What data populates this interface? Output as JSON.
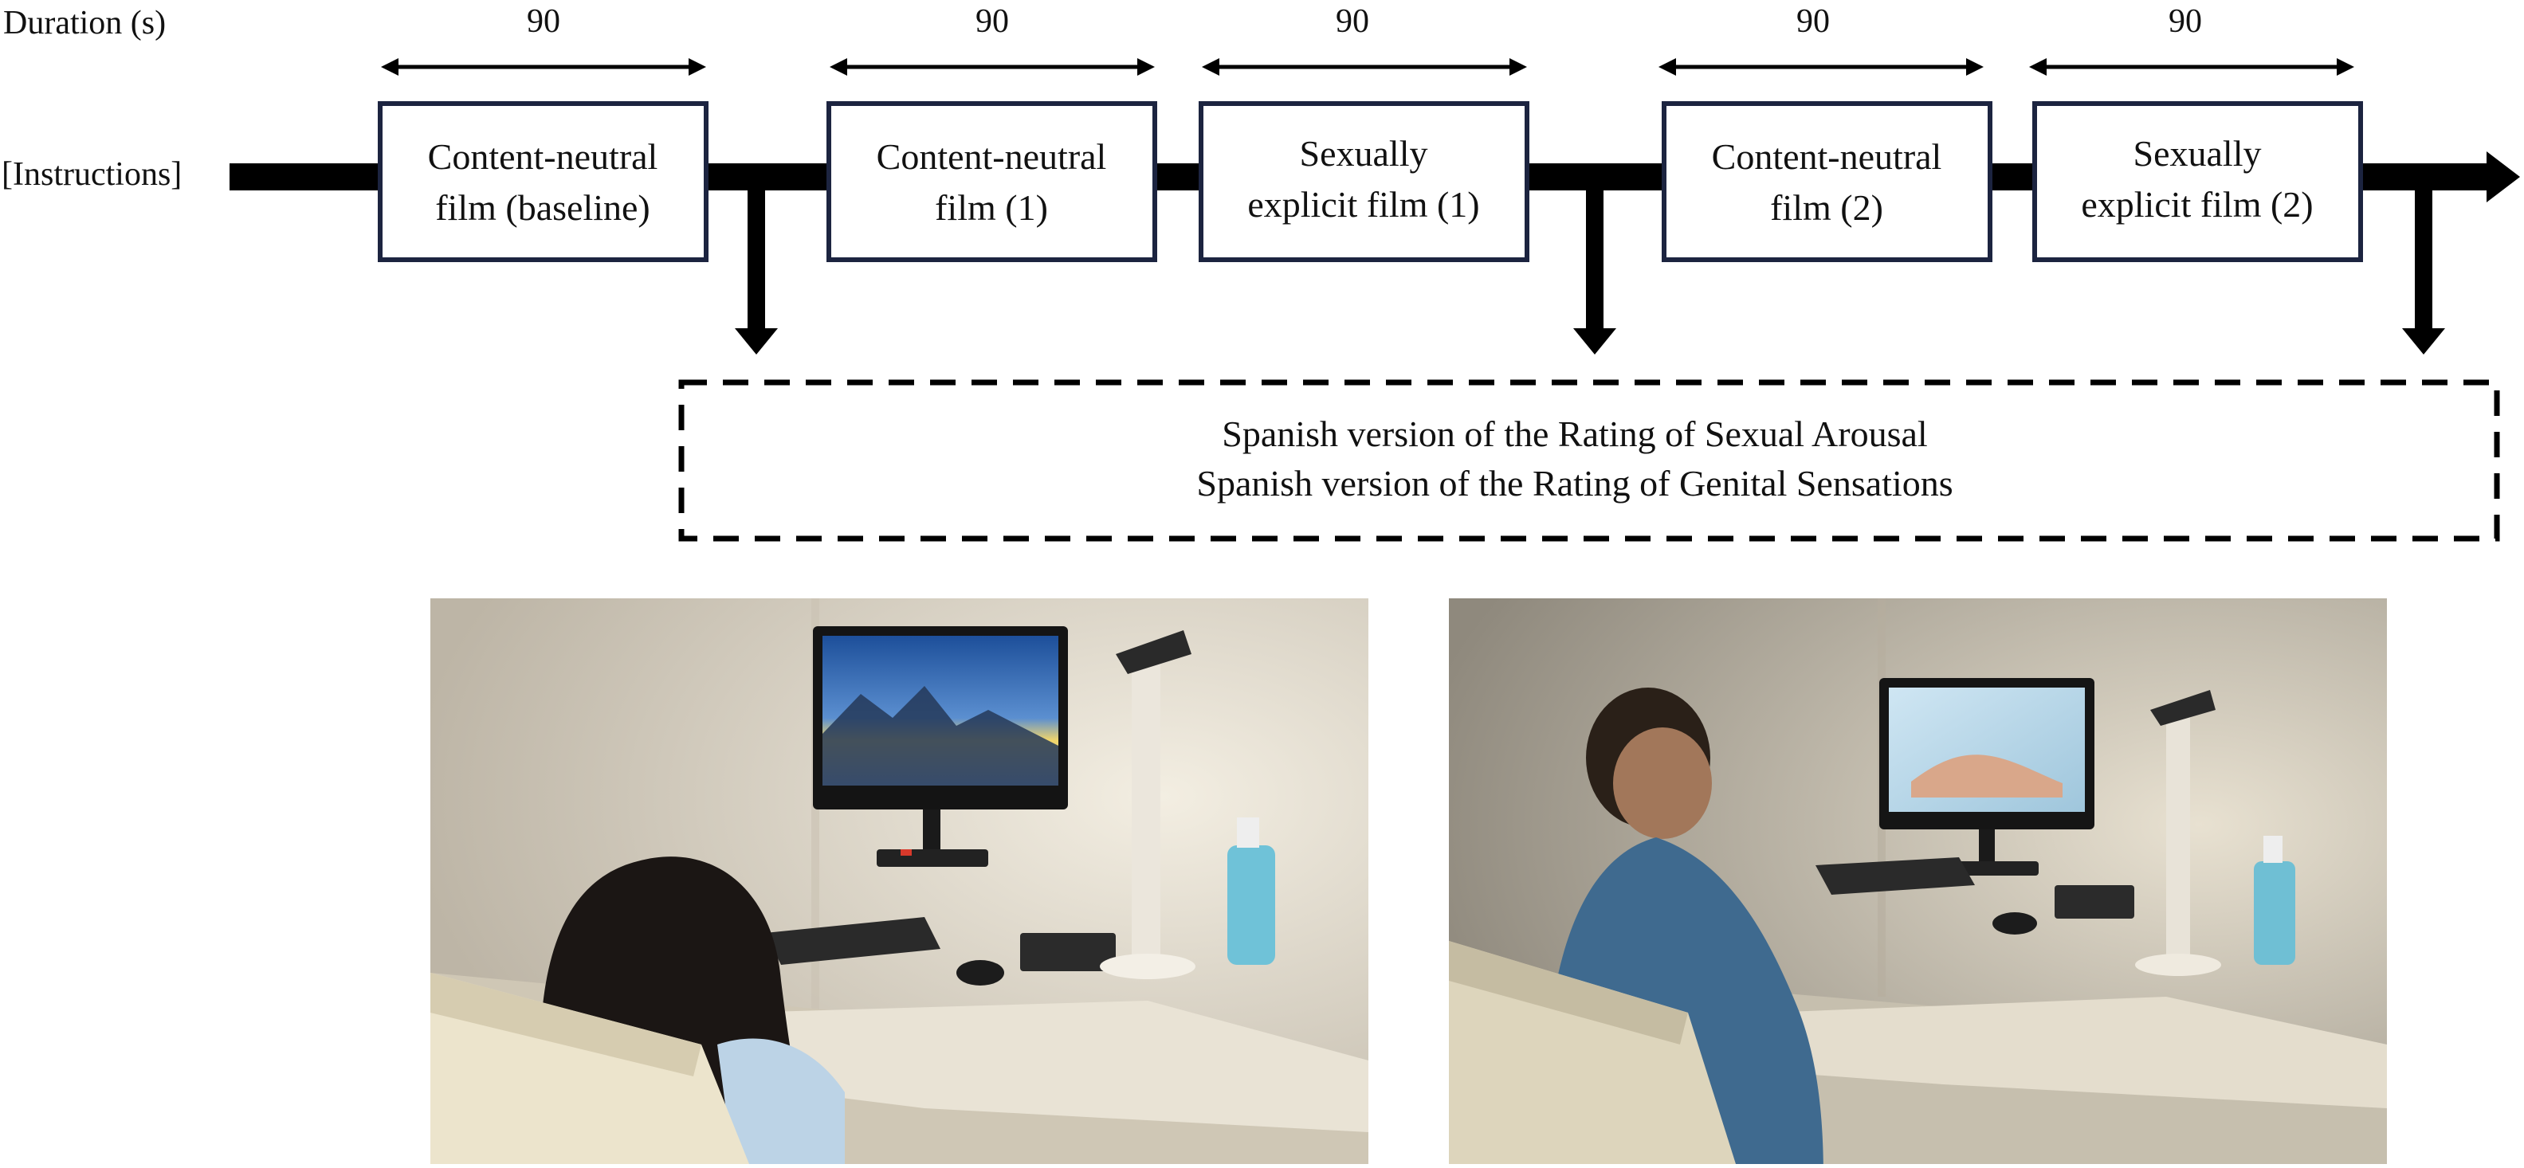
{
  "duration_label": "Duration (s)",
  "instructions_label": "[Instructions]",
  "phases": [
    {
      "duration": "90",
      "line1": "Content-neutral",
      "line2": "film (baseline)"
    },
    {
      "duration": "90",
      "line1": "Content-neutral",
      "line2": "film (1)"
    },
    {
      "duration": "90",
      "line1": "Sexually",
      "line2": "explicit film (1)"
    },
    {
      "duration": "90",
      "line1": "Content-neutral",
      "line2": "film (2)"
    },
    {
      "duration": "90",
      "line1": "Sexually",
      "line2": "explicit film (2)"
    }
  ],
  "ratings": {
    "line1": "Spanish version of the Rating of Sexual Arousal",
    "line2": "Spanish version of the Rating of Genital Sensations"
  },
  "colors": {
    "box_border": "#1c2440",
    "timeline": "#000000",
    "wall": "#e4ddd0",
    "desk": "#e9e3d5",
    "chair": "#ece4cc"
  }
}
